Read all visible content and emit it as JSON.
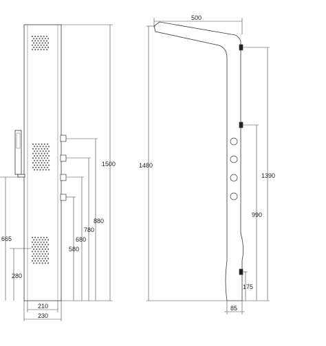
{
  "front_view": {
    "dims": {
      "total_height": "1500",
      "h_880": "880",
      "h_780": "780",
      "h_680": "680",
      "h_580": "580",
      "h_665": "665",
      "h_280": "280",
      "w_210": "210",
      "w_230": "230"
    }
  },
  "side_view": {
    "dims": {
      "top_width": "500",
      "overall_height": "1480",
      "bracket_span": "1390",
      "h_990": "990",
      "h_175": "175",
      "bottom_depth": "85"
    }
  },
  "colors": {
    "line": "#444444",
    "text": "#222222"
  }
}
